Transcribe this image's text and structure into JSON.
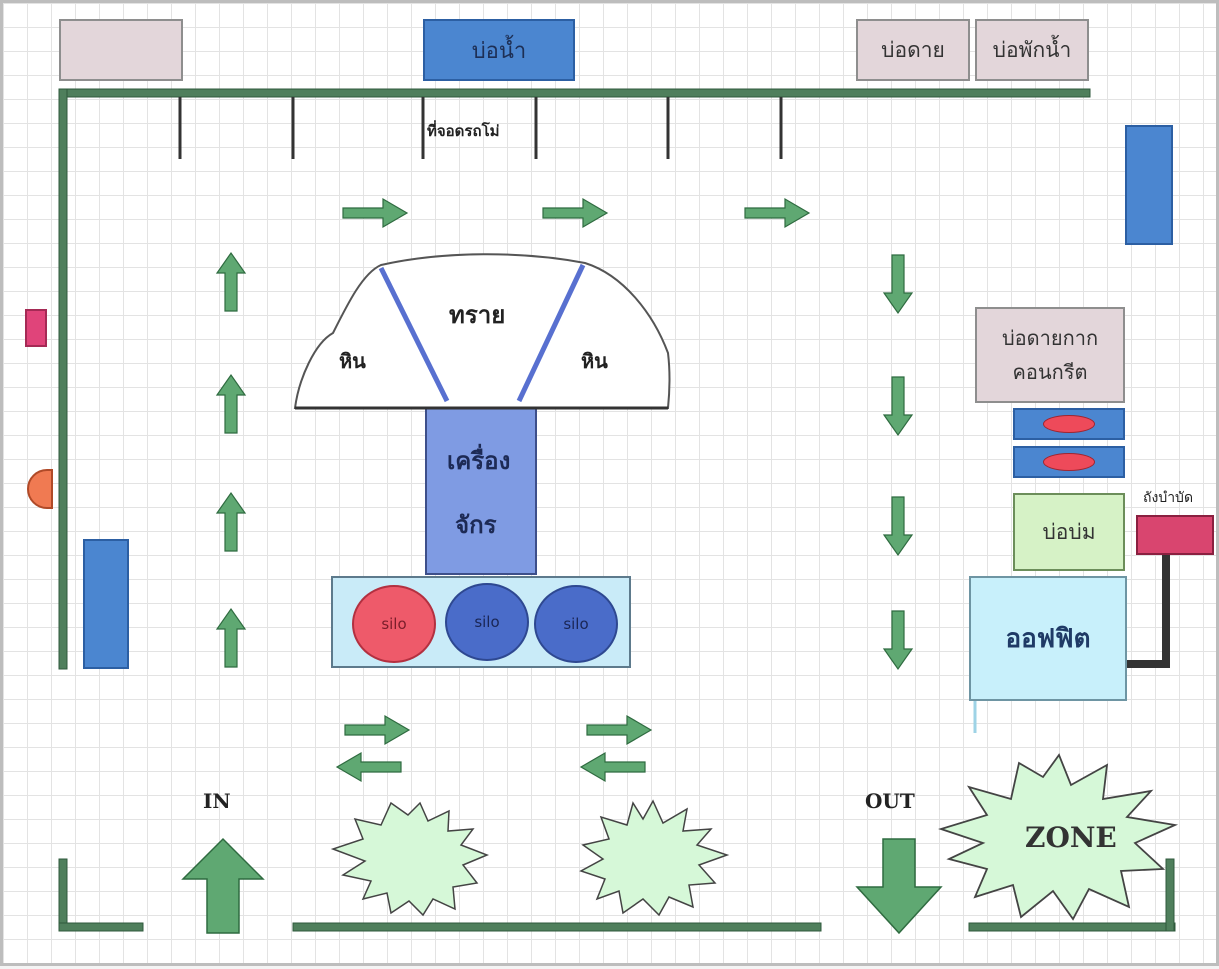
{
  "labels": {
    "water_pond": "บ่อน้ำ",
    "sand_pond": "บ่อดาย",
    "water_rest_pond": "บ่อพักน้ำ",
    "truck_parking": "ที่จอดรถโม่",
    "sand": "ทราย",
    "stone_left": "หิน",
    "stone_right": "หิน",
    "machine_line1": "เครื่อง",
    "machine_line2": "จักร",
    "silo_1": "silo",
    "silo_2": "silo",
    "silo_3": "silo",
    "concrete_waste_pond_line1": "บ่อดายกาก",
    "concrete_waste_pond_line2": "คอนกรีต",
    "soak_pond": "บ่อบ่ม",
    "treatment_tank": "ถังบำบัด",
    "office": "ออฟฟิต",
    "in": "IN",
    "out": "OUT",
    "zone": "ZONE"
  },
  "colors": {
    "green_wall": "#4f7f5c",
    "green_arrow": "#5fa872",
    "blue_box": "#4b86d0",
    "light_pink_box": "#e3d6da",
    "machine_fill": "#7f9be3",
    "silo_band": "#c9ebf8",
    "silo_blue": "#4a6cc9",
    "silo_red": "#ee5a6a",
    "office_fill": "#c8f0fb",
    "soak_fill": "#d6f2c6",
    "treatment_fill": "#d9456f",
    "star_fill": "#d6f8d8",
    "magenta_marker": "#e0447a",
    "orange_marker": "#f07a52"
  }
}
